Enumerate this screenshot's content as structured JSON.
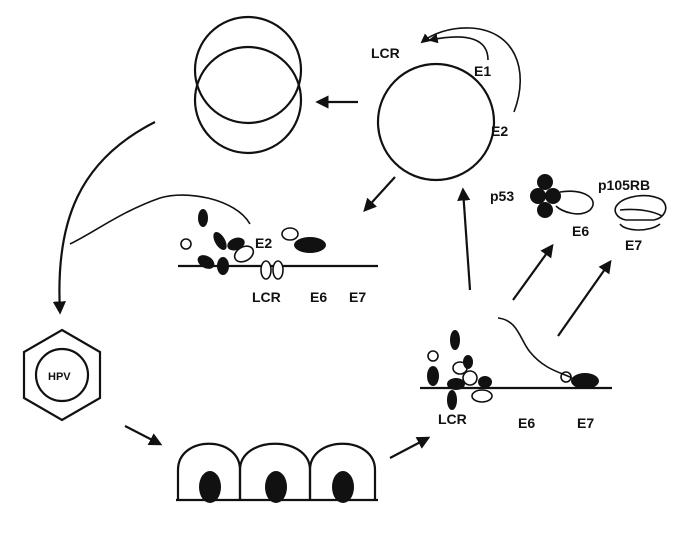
{
  "labels": {
    "lcr_top": "LCR",
    "e1": "E1",
    "e2_top": "E2",
    "e2_mid": "E2",
    "lcr_mid": "LCR",
    "e6_mid": "E6",
    "e7_mid": "E7",
    "hpv": "HPV",
    "lcr_bottom": "LCR",
    "e6_bottom": "E6",
    "e7_bottom": "E7",
    "p53": "p53",
    "e6_p53": "E6",
    "p105rb": "p105RB",
    "e7_rb": "E7"
  },
  "colors": {
    "ink": "#111111",
    "background": "#ffffff"
  }
}
